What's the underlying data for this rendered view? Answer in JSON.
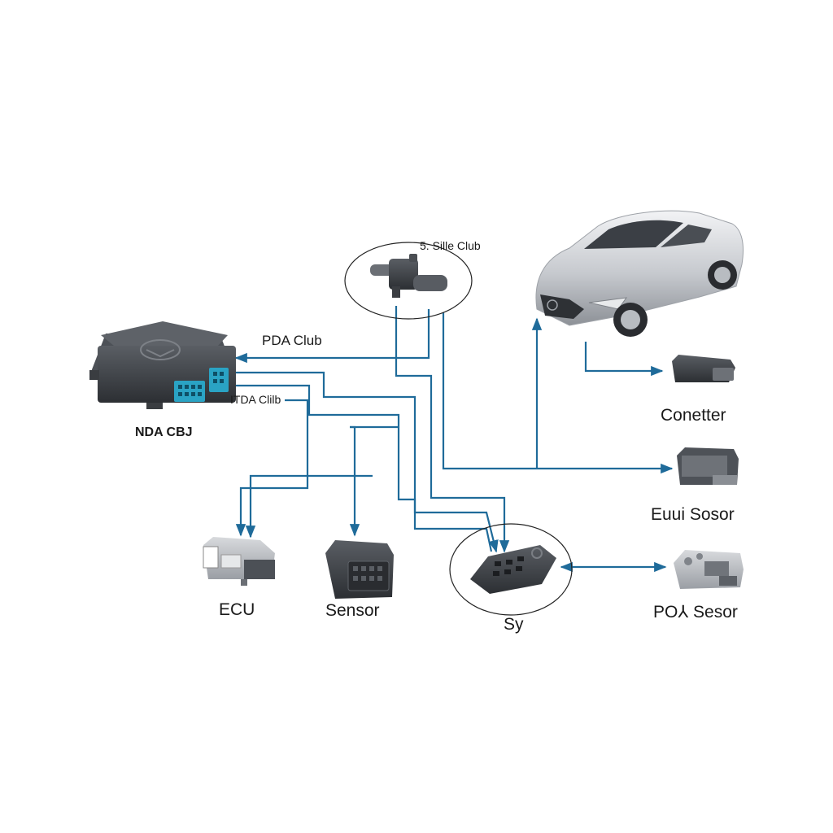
{
  "labels": {
    "solenoid": "5. Sille Club",
    "pda_club": "PDA Club",
    "itda_club": "ITDA Clilb",
    "module": "NDA CBJ",
    "conetter": "Conetter",
    "euui_sosor": "Euui Sosor",
    "ecu": "ECU",
    "sensor": "Sensor",
    "sy": "Sy",
    "pol_sesor": "PO⅄ Sesor"
  },
  "colors": {
    "wire": "#1f6b9a",
    "background": "#ffffff",
    "device_dark": "#3c3f44",
    "connector_teal": "#2aa3c4",
    "car_silver": "#c9ccd0"
  },
  "icons": [
    "module-box-icon",
    "solenoid-valve-icon",
    "car-icon",
    "connector-icon",
    "sensor-box-icon",
    "ecu-connector-icon",
    "sensor-plug-icon",
    "key-fob-icon",
    "pol-sensor-icon"
  ]
}
